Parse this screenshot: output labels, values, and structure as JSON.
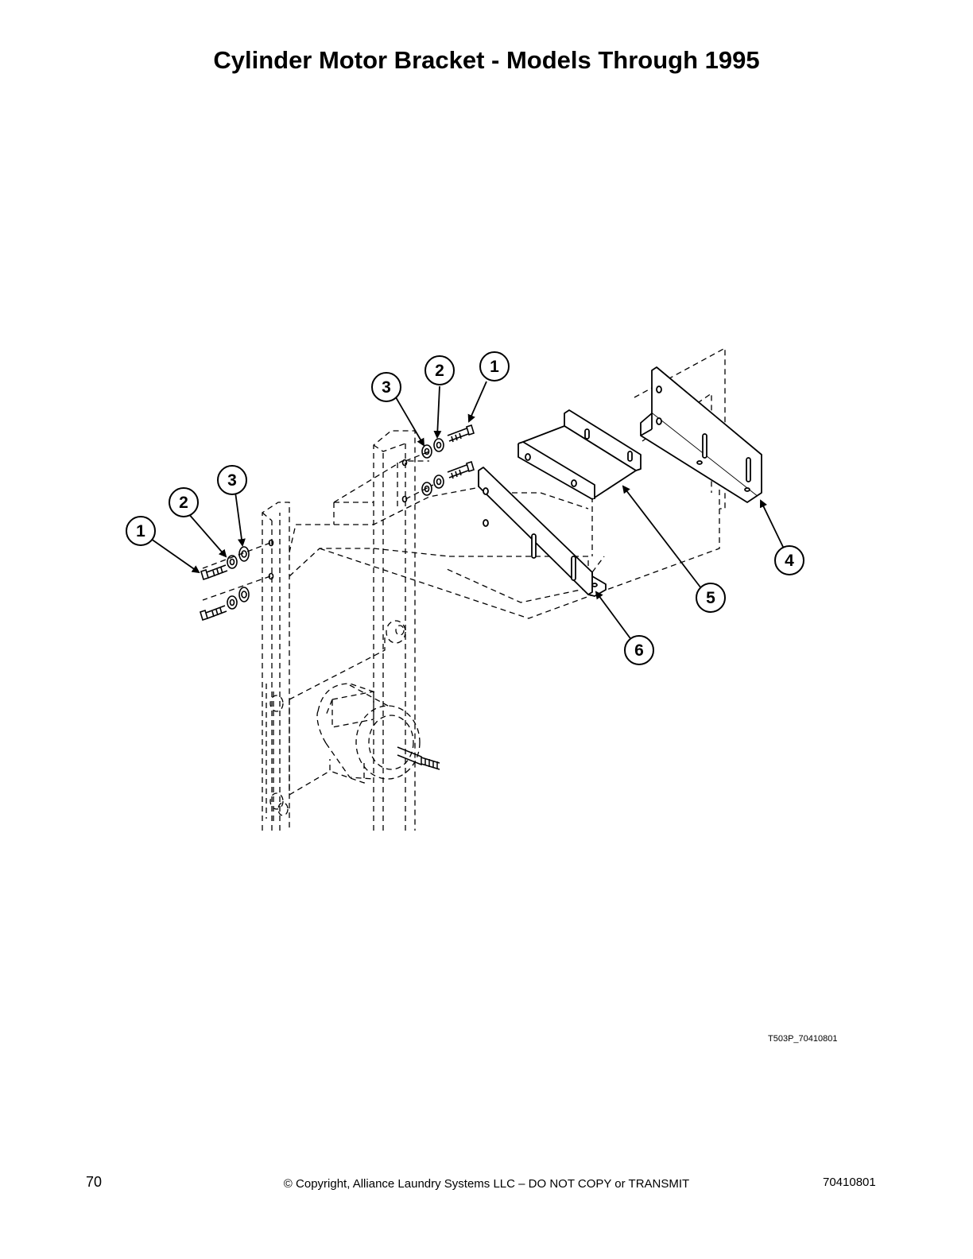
{
  "page": {
    "title": "Cylinder Motor Bracket - Models Through 1995",
    "figure_code": "T503P_70410801",
    "footer": {
      "page_number": "70",
      "copyright": "© Copyright, Alliance Laundry Systems LLC – DO NOT COPY or TRANSMIT",
      "doc_number": "70410801"
    }
  },
  "diagram": {
    "callouts": [
      {
        "label": "1"
      },
      {
        "label": "2"
      },
      {
        "label": "3"
      },
      {
        "label": "3"
      },
      {
        "label": "2"
      },
      {
        "label": "1"
      },
      {
        "label": "4"
      },
      {
        "label": "5"
      },
      {
        "label": "6"
      }
    ]
  }
}
